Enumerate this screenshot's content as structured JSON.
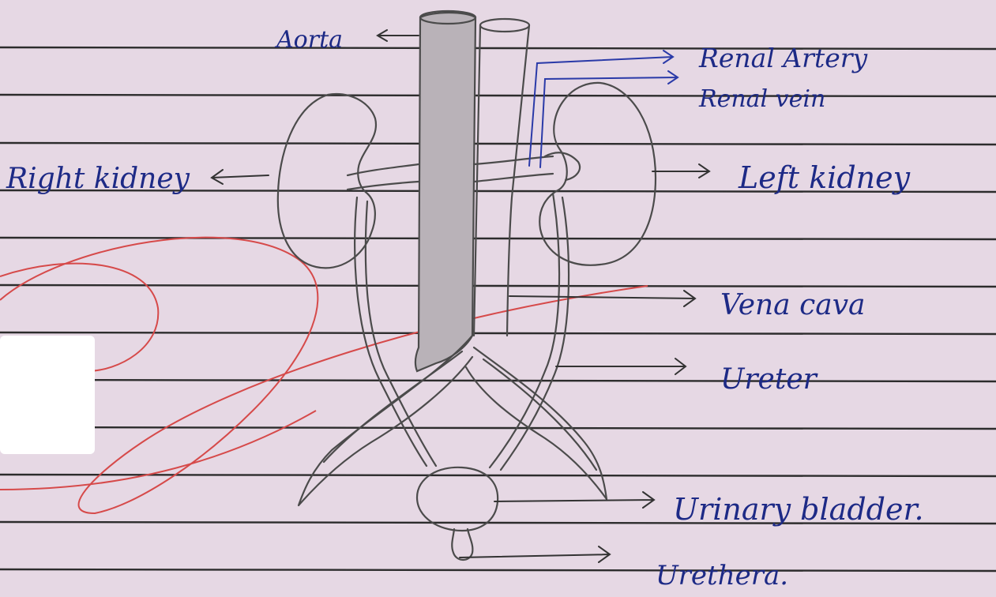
{
  "diagram": {
    "labels": {
      "aorta": "Aorta",
      "renal_artery": "Renal Artery",
      "renal_vein": "Renal vein",
      "right_kidney": "Right kidney",
      "left_kidney": "Left kidney",
      "vena_cava": "Vena cava",
      "ureter": "Ureter",
      "urinary_bladder": "Urinary bladder.",
      "urethra": "Urethera."
    }
  },
  "colors": {
    "paper": "#e6d8e4",
    "ink": "#1d2a86",
    "pencil": "#4b4b4b",
    "margin_red": "#d64a4a"
  }
}
